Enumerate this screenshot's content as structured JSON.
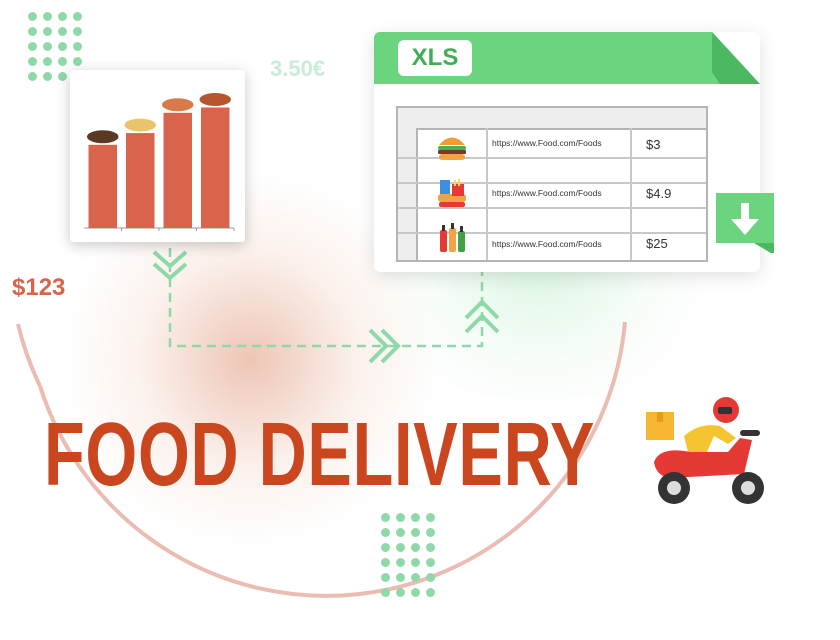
{
  "floating_prices": {
    "green": "3.50€",
    "red": "$123"
  },
  "chart_card": {
    "chart_data": {
      "type": "bar",
      "categories": [
        "",
        "",
        "",
        ""
      ],
      "values": [
        78,
        89,
        108,
        113
      ],
      "ylim": [
        0,
        120
      ],
      "grid": false,
      "bar_icons": [
        "noodle-bowl-icon",
        "salad-plate-icon",
        "bread-roll-icon",
        "sandwich-icon"
      ]
    }
  },
  "xls_card": {
    "badge": "XLS",
    "rows": [
      {
        "icon": "burger-icon",
        "url": "https://www.Food.com/Foods",
        "price": "$3"
      },
      {
        "icon": "fast-food-combo-icon",
        "url": "https://www.Food.com/Foods",
        "price": "$4.9"
      },
      {
        "icon": "bottles-icon",
        "url": "https://www.Food.com/Foods",
        "price": "$25"
      }
    ]
  },
  "headline": "FOOD DELIVERY",
  "colors": {
    "brand_red": "#c9461f",
    "bar_red": "#d9644c",
    "accent_green": "#6bd47f",
    "dot_green": "#8fd9a8"
  }
}
